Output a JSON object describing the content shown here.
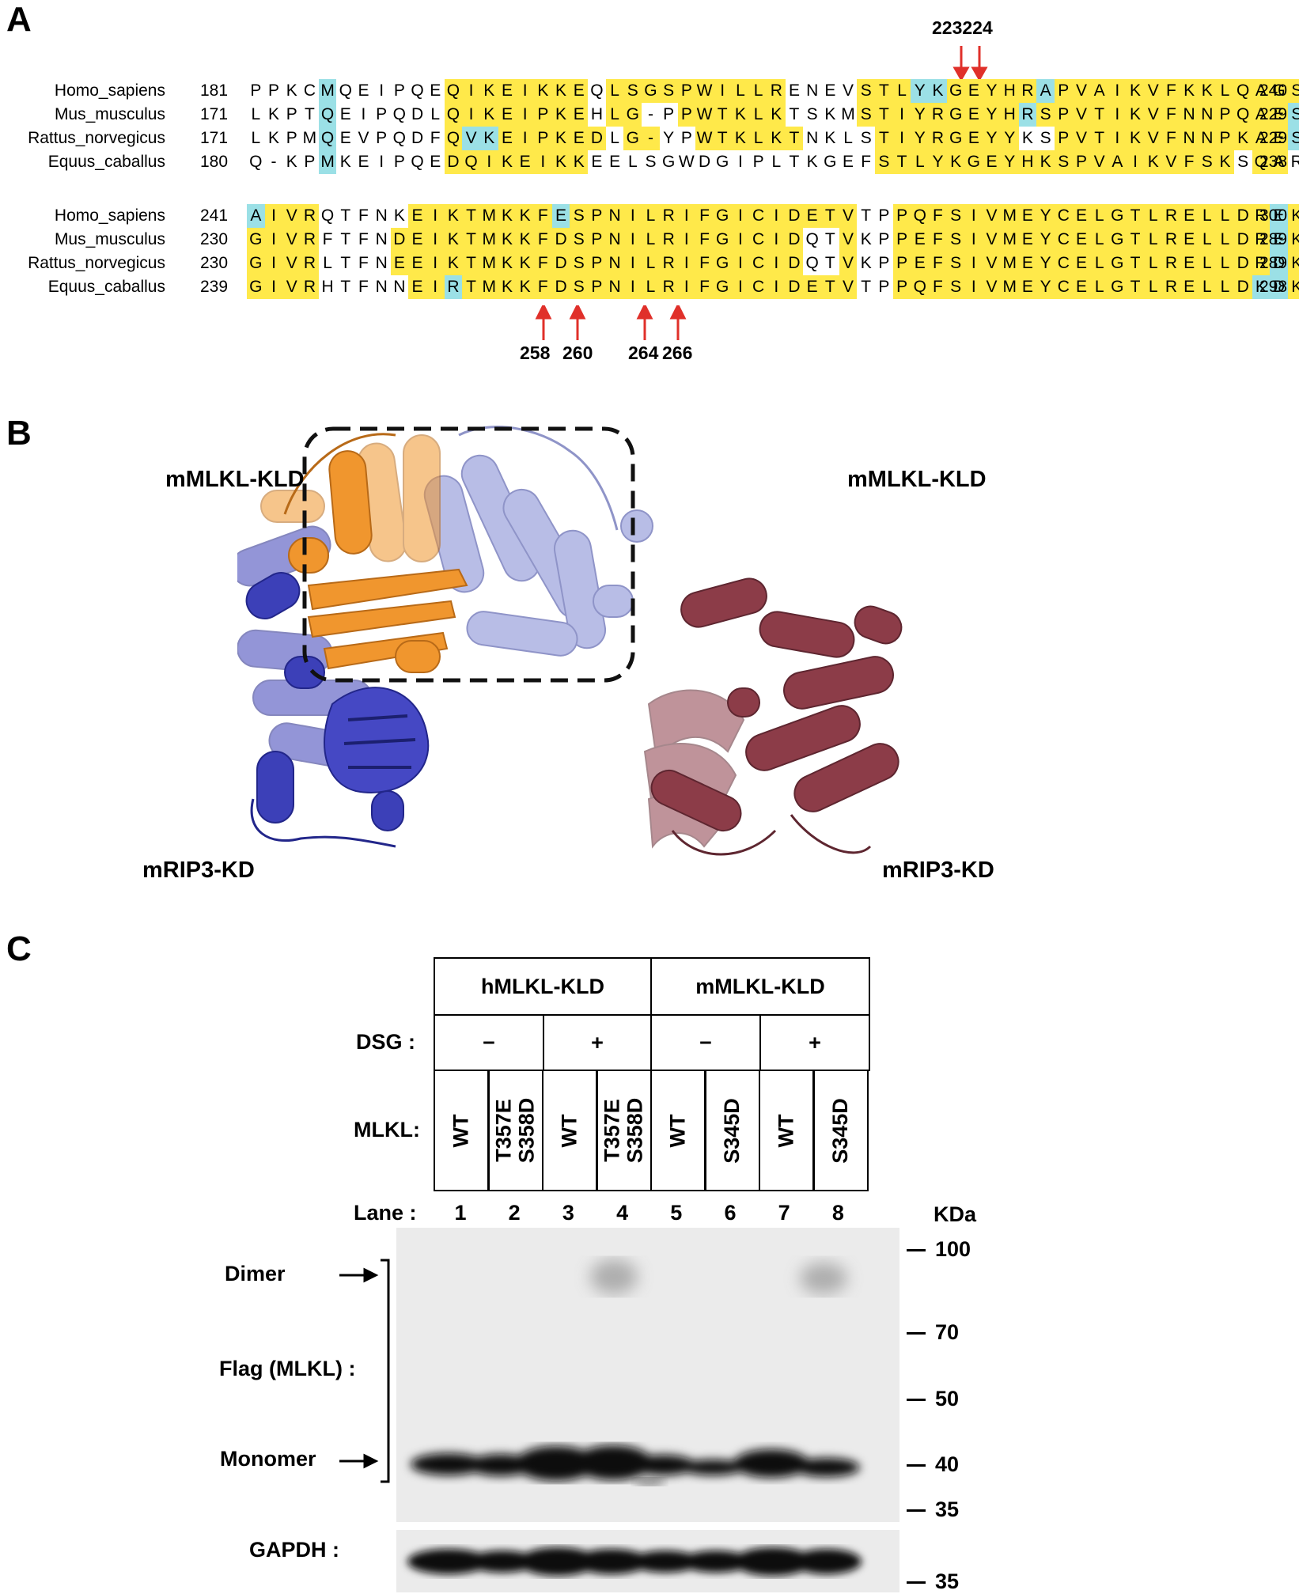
{
  "panels": {
    "a": "A",
    "b": "B",
    "c": "C"
  },
  "panel_a": {
    "top_arrow_labels": "223224",
    "bottom_arrow_labels": [
      "258",
      "260",
      "264",
      "266"
    ],
    "blocks": [
      {
        "rows": [
          {
            "species": "Homo_sapiens",
            "start": "181",
            "end": "240",
            "seq": "PPKCMQEIPQEQIKEIKKEQLSGSPWILLRENEVSTLYKGEYHRAPVAIKVFKKLQAGSI",
            "hl": "nnnncnnnnnnyyyyyyyynyyyyyyyyyynnnnyyyccyyyyycyyyyyyyyyyyyyycy"
          },
          {
            "species": "Mus_musculus",
            "start": "171",
            "end": "229",
            "seq": "LKPTQEIPQDLQIKEIPKEHLG-PPWTKLKTSKMSTIYRGEYHRSPVTIKVFNNPQAESV",
            "hl": "nnnncnnnnnnyyyyyyyynyynnyyyyyynnnnyyyyyyyyycyyyyyyyyyyyyyycc"
          },
          {
            "species": "Rattus_norvegicus",
            "start": "171",
            "end": "229",
            "seq": "LKPMQEVPQDFQVKEIPKEDLG-YPWTKLKTNKLSTIYRGEYYKSPVTIKVFNNPKAESV",
            "hl": "nnnncnnnnnnyccyyyyyynyynnyyyyyynnnnyyyyyyyynnyyyyyyyyyyyyycc"
          },
          {
            "species": "Equus_caballus",
            "start": "180",
            "end": "238",
            "seq": "Q-KPMKEIPQEDQIKEIKKEELSGWDGIPLTKGEFSTLYKGEYHKSPVAIKVFSKSQARSI",
            "hl": "nnnncnnnnnnyyyyyyyynnnnnnnnnnnnnnnnyyyyyyyyyyyyyyyyyyyynyynyy"
          }
        ]
      },
      {
        "rows": [
          {
            "species": "Homo_sapiens",
            "start": "241",
            "end": "300",
            "seq": "AIVRQTFNKEIKTMKKFESPNILRIFGICIDETVTPPQFSIVMEYCELGTLRELLDREKD",
            "hl": "cyyynnnnnyyyyyyyycyyyyyyyyyyyyyyyynnyyyyyyyyyyyyyyyyyyyyycyy"
          },
          {
            "species": "Mus_musculus",
            "start": "230",
            "end": "289",
            "seq": "GIVRFTFNDEIKTMKKFDSPNILRIFGICIDQTVKPPEFSIVMEYCELGTLRELLDREKD",
            "hl": "yyyynnnnyyyyyyyyyyyyyyyyyyyyyyynnynnyyyyyyyyyyyyyyyyyyyyycyy"
          },
          {
            "species": "Rattus_norvegicus",
            "start": "230",
            "end": "289",
            "seq": "GIVRLTFNEEIKTMKKFDSPNILRIFGICIDQTVKPPEFSIVMEYCELGTLRELLDRDKD",
            "hl": "yyyynnnnyyyyyyyyyyyyyyyyyyyyyyynnynnyyyyyyyyyyyyyyyyyyyyycyy"
          },
          {
            "species": "Equus_caballus",
            "start": "239",
            "end": "298",
            "seq": "GIVRHTFNNEIRTMKKFDSPNILRIFGICIDETVTPPQFSIVMEYCELGTLRELLDKDKD",
            "hl": "yyyynnnnnyycyyyyyyyyyyyyyyyyyyyyyynnyyyyyyyyyyyyyyyyyyyyccyy"
          }
        ]
      }
    ],
    "colors": {
      "identical": "#ffe94a",
      "similar": "#9be0e6",
      "arrow": "#e0302a"
    }
  },
  "panel_b": {
    "labels": {
      "mlkl_left": "mMLKL-KLD",
      "mlkl_right": "mMLKL-KLD",
      "rip3_left": "mRIP3-KD",
      "rip3_right": "mRIP3-KD"
    },
    "colors": {
      "mlkl_left": "#f0962e",
      "mlkl_right": "#b8bde6",
      "rip3_left": "#3c40b8",
      "rip3_right": "#8c3c48"
    }
  },
  "panel_c": {
    "groups": [
      "hMLKL-KLD",
      "mMLKL-KLD"
    ],
    "dsg_label": "DSG :",
    "dsg_values": [
      "−",
      "+",
      "−",
      "+"
    ],
    "mlkl_label": "MLKL:",
    "mlkl_values": [
      "WT",
      "T357E\nS358D",
      "WT",
      "T357E\nS358D",
      "WT",
      "S345D",
      "WT",
      "S345D"
    ],
    "lane_label": "Lane :",
    "lanes": [
      "1",
      "2",
      "3",
      "4",
      "5",
      "6",
      "7",
      "8"
    ],
    "kda_label": "KDa",
    "markers": [
      "100",
      "70",
      "50",
      "40",
      "35"
    ],
    "gapdh_marker": "35",
    "blot_labels": {
      "dimer": "Dimer",
      "flag": "Flag (MLKL) :",
      "monomer": "Monomer",
      "gapdh": "GAPDH :"
    }
  }
}
